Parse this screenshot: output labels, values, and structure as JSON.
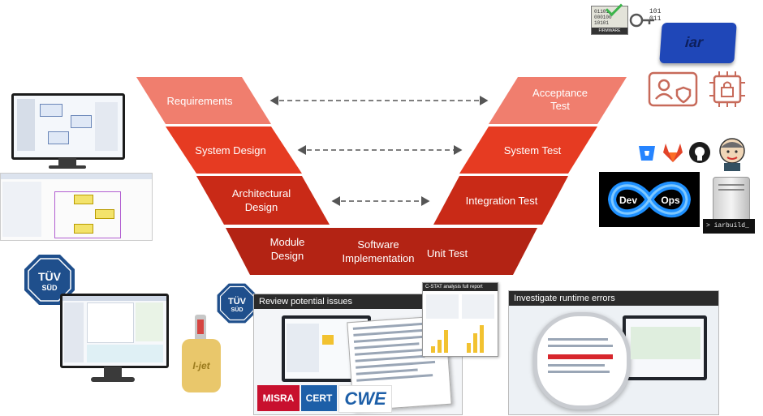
{
  "v_model": {
    "left": [
      "Requirements",
      "System Design",
      "Architectural Design",
      "Module Design"
    ],
    "right": [
      "Acceptance Test",
      "System Test",
      "Integration Test",
      "Unit Test"
    ],
    "bottom": "Software Implementation",
    "colors": [
      "#f07e6e",
      "#e63b22",
      "#c92a17",
      "#b32314"
    ]
  },
  "panels": {
    "review_title": "Review potential issues",
    "runtime_title": "Investigate runtime errors",
    "report_title": "C-STAT analysis full report"
  },
  "logos": {
    "tuv": "TÜV",
    "sud": "SÜD",
    "misra": "MISRA",
    "cert": "CERT",
    "cwe": "CWE",
    "devops_dev": "Dev",
    "devops_ops": "Ops",
    "iar_device": "iar",
    "ijet": "I-jet",
    "iarbuild": "> iarbuild_",
    "firmware": "FIRMWARE",
    "firmware_bits": "01101\n000100\n10101",
    "key_bits": "101\n011"
  }
}
